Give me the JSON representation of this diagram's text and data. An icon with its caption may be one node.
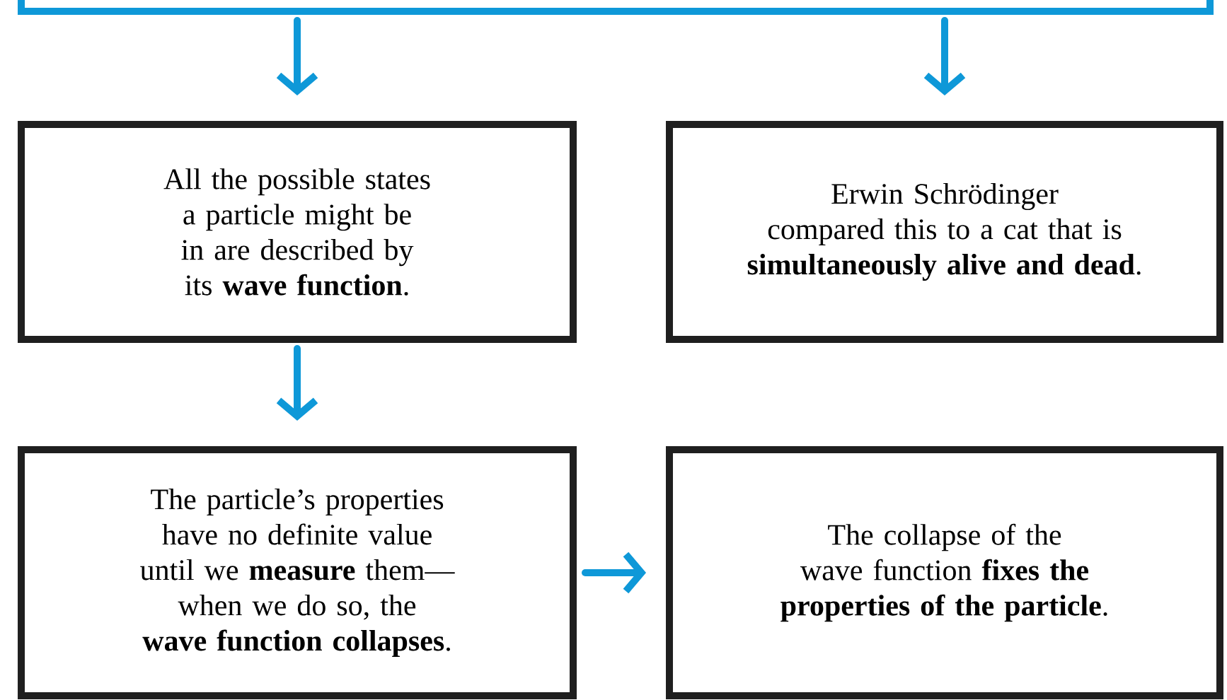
{
  "diagram": {
    "nodes": [
      {
        "text": [],
        "shape": "box"
      },
      {
        "text": [
          "All the possible states a particle might be in are described by its **wave function**."
        ]
      },
      {
        "text": [
          "Erwin Schrödinger compared this to a cat that is **simultaneously alive and dead**."
        ]
      },
      {
        "text": [
          "The particle’s properties have no definite value until we **measure** them—when we do so, the **wave function collapses**."
        ]
      },
      {
        "text": [
          "The collapse of the wave function **fixes the properties of the particle**."
        ]
      }
    ],
    "edges": [
      {
        "from": 0,
        "to": 1,
        "arrow": "to"
      },
      {
        "from": 0,
        "to": 2,
        "arrow": "to"
      },
      {
        "from": 1,
        "to": 3,
        "arrow": "to"
      },
      {
        "from": 3,
        "to": 4,
        "arrow": "to"
      }
    ]
  }
}
